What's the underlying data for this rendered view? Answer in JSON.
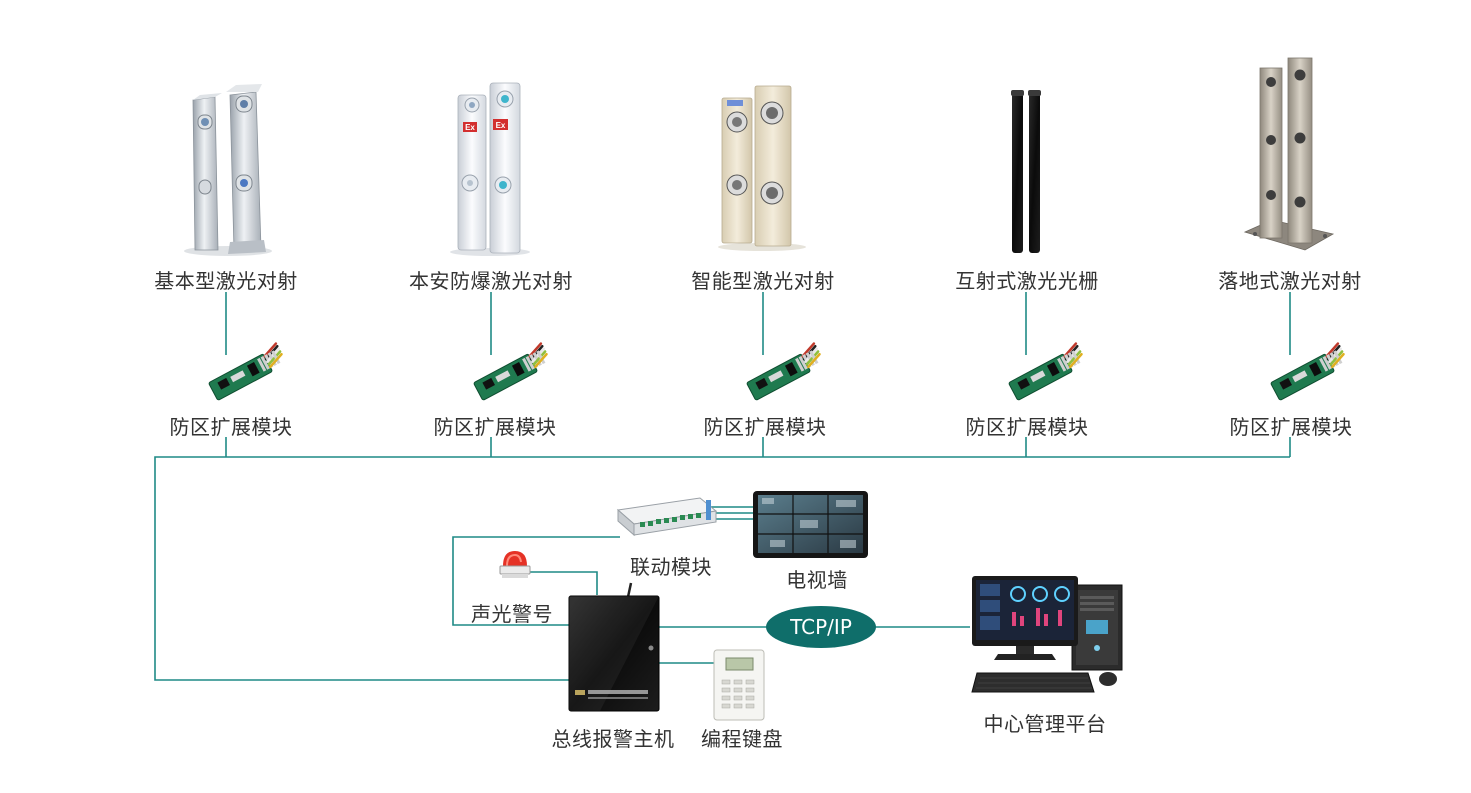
{
  "colors": {
    "line": "#1f8a86",
    "tcp_bg": "#0f6e6a",
    "tcp_text": "#ffffff",
    "label": "#333333"
  },
  "detectors": [
    {
      "label": "基本型激光对射",
      "icon": "silver-laser-beam-pair-icon"
    },
    {
      "label": "本安防爆激光对射",
      "icon": "explosion-proof-laser-pair-icon"
    },
    {
      "label": "智能型激光对射",
      "icon": "beige-laser-beam-pair-icon"
    },
    {
      "label": "互射式激光光栅",
      "icon": "black-laser-grating-icon"
    },
    {
      "label": "落地式激光对射",
      "icon": "floor-standing-laser-pair-icon"
    }
  ],
  "modules": [
    {
      "label": "防区扩展模块",
      "icon": "zone-expansion-board-icon"
    },
    {
      "label": "防区扩展模块",
      "icon": "zone-expansion-board-icon"
    },
    {
      "label": "防区扩展模块",
      "icon": "zone-expansion-board-icon"
    },
    {
      "label": "防区扩展模块",
      "icon": "zone-expansion-board-icon"
    },
    {
      "label": "防区扩展模块",
      "icon": "zone-expansion-board-icon"
    }
  ],
  "linkage_module": {
    "label": "联动模块",
    "icon": "linkage-relay-box-icon"
  },
  "tv_wall": {
    "label": "电视墙",
    "icon": "monitor-wall-icon"
  },
  "siren": {
    "label": "声光警号",
    "icon": "strobe-siren-icon"
  },
  "host": {
    "label": "总线报警主机",
    "icon": "alarm-host-cabinet-icon"
  },
  "keypad": {
    "label": "编程键盘",
    "icon": "programming-keypad-icon"
  },
  "tcp": {
    "label": "TCP/IP"
  },
  "center": {
    "label": "中心管理平台",
    "icon": "desktop-workstation-icon"
  }
}
